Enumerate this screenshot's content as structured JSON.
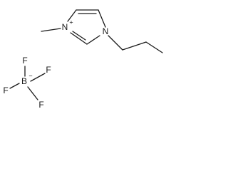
{
  "cation": {
    "ring_nitrogen_charged": "N",
    "ring_nitrogen_charge": "+",
    "ring_nitrogen_neutral": "N"
  },
  "anion": {
    "boron": "B",
    "boron_charge": "−",
    "fluorines": [
      "F",
      "F",
      "F",
      "F"
    ]
  }
}
